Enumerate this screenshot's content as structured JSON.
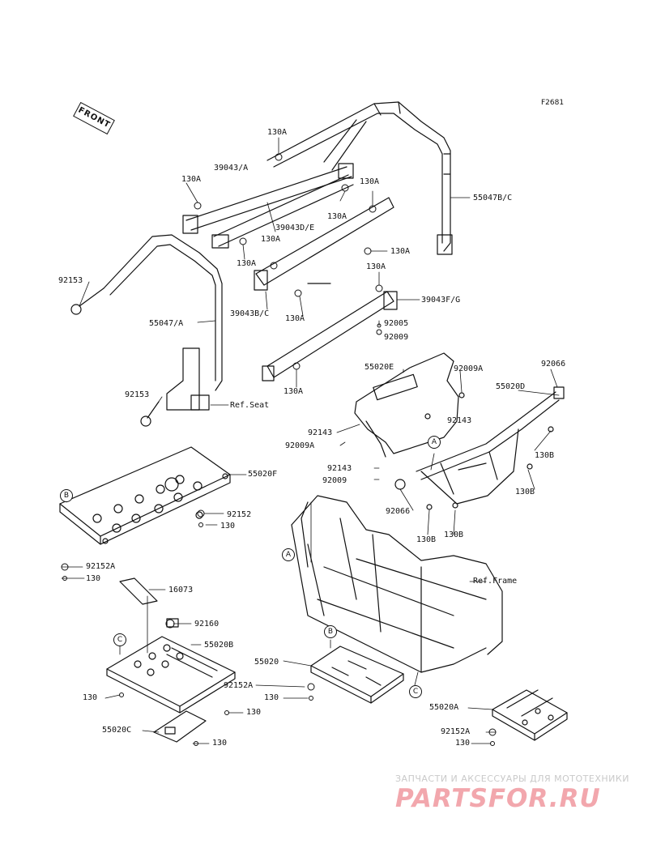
{
  "figure_code": "F2681",
  "front_label": "FRONT",
  "labels": [
    {
      "id": "130a-1",
      "text": "130A"
    },
    {
      "id": "39043a",
      "text": "39043/A"
    },
    {
      "id": "130a-2",
      "text": "130A"
    },
    {
      "id": "130a-3",
      "text": "130A"
    },
    {
      "id": "130a-4",
      "text": "130A"
    },
    {
      "id": "55047bc",
      "text": "55047B/C"
    },
    {
      "id": "39043de",
      "text": "39043D/E"
    },
    {
      "id": "130a-5",
      "text": "130A"
    },
    {
      "id": "130a-6",
      "text": "130A"
    },
    {
      "id": "130a-7",
      "text": "130A"
    },
    {
      "id": "92153-1",
      "text": "92153"
    },
    {
      "id": "130a-8",
      "text": "130A"
    },
    {
      "id": "39043fg",
      "text": "39043F/G"
    },
    {
      "id": "39043bc",
      "text": "39043B/C"
    },
    {
      "id": "130a-9",
      "text": "130A"
    },
    {
      "id": "55047a",
      "text": "55047/A"
    },
    {
      "id": "92005",
      "text": "92005"
    },
    {
      "id": "92009",
      "text": "92009"
    },
    {
      "id": "130a-10",
      "text": "130A"
    },
    {
      "id": "55020e",
      "text": "55020E"
    },
    {
      "id": "92009a-1",
      "text": "92009A"
    },
    {
      "id": "92066-1",
      "text": "92066"
    },
    {
      "id": "92153-2",
      "text": "92153"
    },
    {
      "id": "ref-seat",
      "text": "Ref.Seat"
    },
    {
      "id": "55020d",
      "text": "55020D"
    },
    {
      "id": "92143-1",
      "text": "92143"
    },
    {
      "id": "92143-2",
      "text": "92143"
    },
    {
      "id": "92009a-2",
      "text": "92009A"
    },
    {
      "id": "130b-1",
      "text": "130B"
    },
    {
      "id": "55020f",
      "text": "55020F"
    },
    {
      "id": "92143-3",
      "text": "92143"
    },
    {
      "id": "92009-2",
      "text": "92009"
    },
    {
      "id": "130b-2",
      "text": "130B"
    },
    {
      "id": "92152",
      "text": "92152"
    },
    {
      "id": "130-1",
      "text": "130"
    },
    {
      "id": "92066-2",
      "text": "92066"
    },
    {
      "id": "130b-3",
      "text": "130B"
    },
    {
      "id": "130b-4",
      "text": "130B"
    },
    {
      "id": "92152a-1",
      "text": "92152A"
    },
    {
      "id": "130-2",
      "text": "130"
    },
    {
      "id": "16073",
      "text": "16073"
    },
    {
      "id": "ref-frame",
      "text": "Ref.Frame"
    },
    {
      "id": "92160",
      "text": "92160"
    },
    {
      "id": "55020b",
      "text": "55020B"
    },
    {
      "id": "55020",
      "text": "55020"
    },
    {
      "id": "92152a-2",
      "text": "92152A"
    },
    {
      "id": "130-3",
      "text": "130"
    },
    {
      "id": "130-4",
      "text": "130"
    },
    {
      "id": "130-5",
      "text": "130"
    },
    {
      "id": "55020c",
      "text": "55020C"
    },
    {
      "id": "130-6",
      "text": "130"
    },
    {
      "id": "55020a",
      "text": "55020A"
    },
    {
      "id": "92152a-3",
      "text": "92152A"
    },
    {
      "id": "130-7",
      "text": "130"
    }
  ],
  "callouts": [
    {
      "id": "a-1",
      "text": "A"
    },
    {
      "id": "a-2",
      "text": "A"
    },
    {
      "id": "b-1",
      "text": "B"
    },
    {
      "id": "b-2",
      "text": "B"
    },
    {
      "id": "c-1",
      "text": "C"
    },
    {
      "id": "c-2",
      "text": "C"
    }
  ],
  "watermark": {
    "caption": "ЗАПЧАСТИ И АКСЕССУАРЫ ДЛЯ МОТОТЕХНИКИ",
    "logo": "PARTSFOR.RU"
  }
}
